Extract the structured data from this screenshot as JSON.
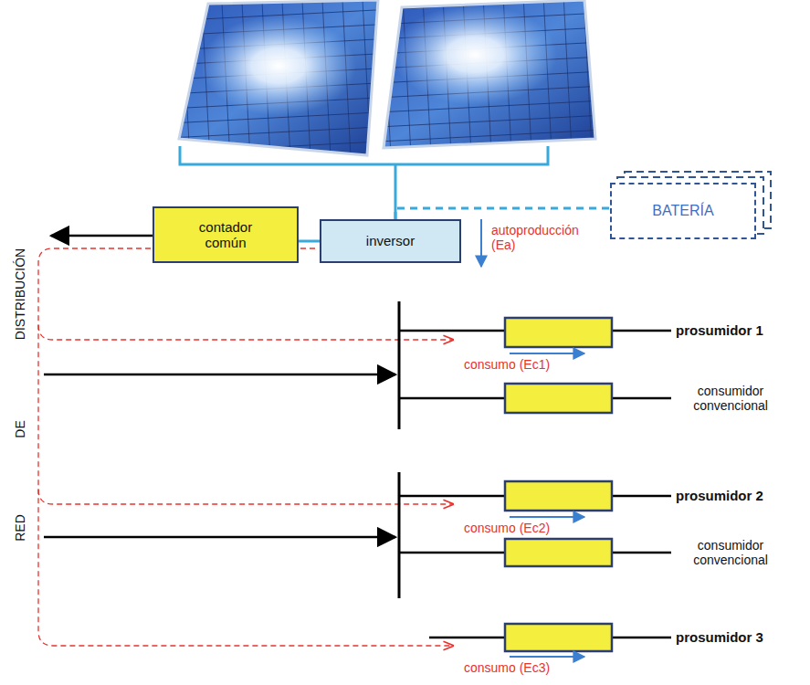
{
  "diagram": {
    "nodes": [
      {
        "text": [
          "contador común"
        ]
      },
      {
        "text": [
          "inversor"
        ]
      },
      {
        "text": [
          "BATERÍA"
        ]
      }
    ],
    "edges": [
      {
        "from": 0,
        "to": 1,
        "arrow": "none"
      },
      {
        "from": 1,
        "to": 2,
        "arrow": "none"
      }
    ],
    "labels": [
      "autoproducción (Ea)",
      "DISTRIBUCIÓN",
      "DE",
      "RED",
      "prosumidor 1",
      "consumo (Ec1)",
      "consumidor convencional",
      "prosumidor 2",
      "consumo (Ec2)",
      "consumidor convencional",
      "prosumidor 3",
      "consumo (Ec3)"
    ]
  }
}
